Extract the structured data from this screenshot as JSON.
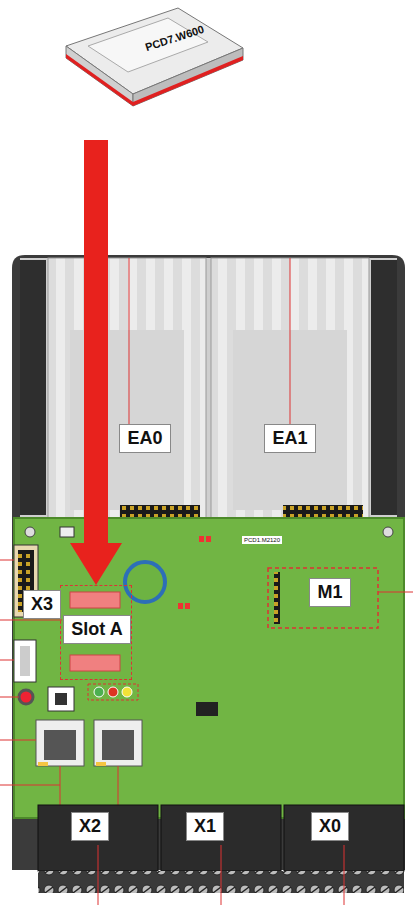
{
  "diagram": {
    "nodes": [
      {
        "text": [
          "PCD7.W600"
        ]
      },
      {
        "text": [
          "Slot A"
        ]
      }
    ],
    "edges": [
      {
        "from": 0,
        "to": 1,
        "arrow": "to"
      }
    ],
    "labels": [
      "EA0",
      "EA1",
      "PCD1.M2120",
      "M1",
      "X3",
      "X2",
      "X1",
      "X0"
    ]
  }
}
